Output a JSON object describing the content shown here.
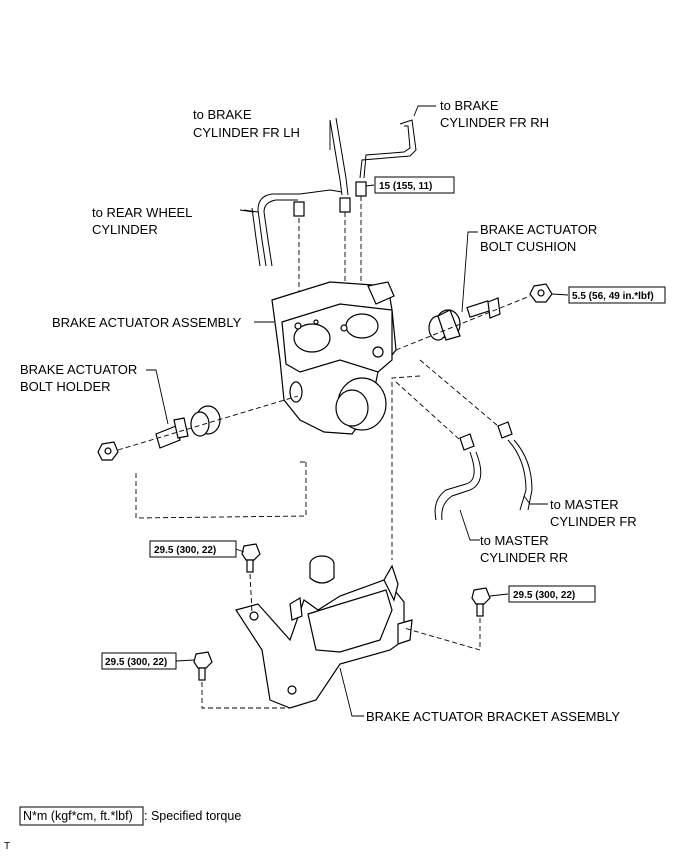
{
  "labels": {
    "to_brake_cyl_fr_lh": [
      "to BRAKE",
      "CYLINDER FR LH"
    ],
    "to_brake_cyl_fr_rh": [
      "to BRAKE",
      "CYLINDER FR RH"
    ],
    "to_rear_wheel_cyl": [
      "to REAR WHEEL",
      "CYLINDER"
    ],
    "brake_actuator_bolt_cushion": [
      "BRAKE ACTUATOR",
      "BOLT CUSHION"
    ],
    "brake_actuator_assembly": "BRAKE ACTUATOR ASSEMBLY",
    "brake_actuator_bolt_holder": [
      "BRAKE ACTUATOR",
      "BOLT HOLDER"
    ],
    "to_master_cyl_fr": [
      "to MASTER",
      "CYLINDER FR"
    ],
    "to_master_cyl_rr": [
      "to MASTER",
      "CYLINDER RR"
    ],
    "brake_actuator_bracket_assembly": "BRAKE ACTUATOR BRACKET ASSEMBLY"
  },
  "torques": {
    "tube_nut": "15 (155, 11)",
    "cushion_nut": "5.5 (56, 49 in.*lbf)",
    "bracket_bolt_upper_left": "29.5 (300, 22)",
    "bracket_bolt_right": "29.5 (300, 22)",
    "bracket_bolt_lower_left": "29.5 (300, 22)"
  },
  "legend": {
    "unit_box": "N*m (kgf*cm, ft.*lbf)",
    "description": ": Specified torque"
  },
  "corner_mark": "T"
}
